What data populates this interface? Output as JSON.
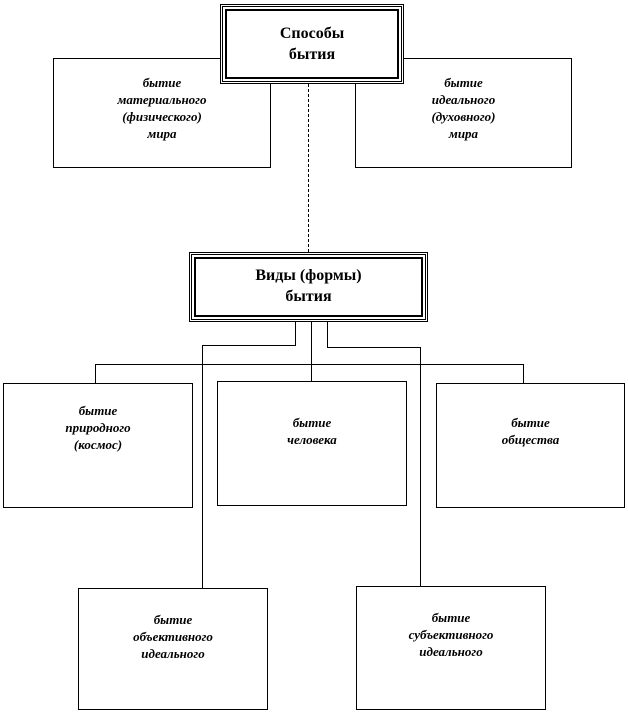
{
  "top_title": {
    "line1": "Способы",
    "line2": "бытия"
  },
  "material_world": {
    "line1": "бытие",
    "line2": "материального",
    "line3": "(физического)",
    "line4": "мира"
  },
  "ideal_world": {
    "line1": "бытие",
    "line2": "идеального",
    "line3": "(духовного)",
    "line4": "мира"
  },
  "forms_title": {
    "line1": "Виды (формы)",
    "line2": "бытия"
  },
  "nature": {
    "line1": "бытие",
    "line2": "природного",
    "line3": "(космос)"
  },
  "human": {
    "line1": "бытие",
    "line2": "человека"
  },
  "society": {
    "line1": "бытие",
    "line2": "общества"
  },
  "objective_ideal": {
    "line1": "бытие",
    "line2": "объективного",
    "line3": "идеального"
  },
  "subjective_ideal": {
    "line1": "бытие",
    "line2": "субъективного",
    "line3": "идеального"
  }
}
